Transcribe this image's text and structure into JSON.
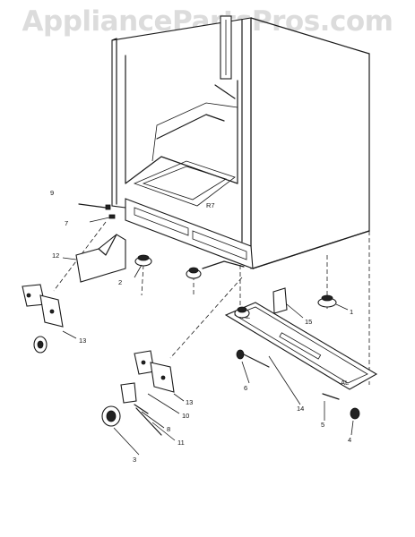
{
  "watermark": "AppliancePartsPros.com",
  "callouts": [
    {
      "id": "c1",
      "label": "1"
    },
    {
      "id": "c2",
      "label": "2"
    },
    {
      "id": "c3",
      "label": "3"
    },
    {
      "id": "c4",
      "label": "4"
    },
    {
      "id": "c5",
      "label": "5"
    },
    {
      "id": "c6",
      "label": "6"
    },
    {
      "id": "c7",
      "label": "7"
    },
    {
      "id": "c8",
      "label": "8"
    },
    {
      "id": "c9",
      "label": "9"
    },
    {
      "id": "c10",
      "label": "10"
    },
    {
      "id": "c11",
      "label": "11"
    },
    {
      "id": "c12",
      "label": "12"
    },
    {
      "id": "c13a",
      "label": "13"
    },
    {
      "id": "c13b",
      "label": "13"
    },
    {
      "id": "c14",
      "label": "14"
    },
    {
      "id": "c15",
      "label": "15"
    }
  ]
}
